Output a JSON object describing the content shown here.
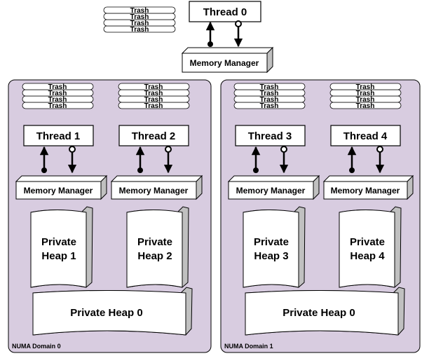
{
  "top": {
    "thread_label": "Thread 0",
    "memory_manager_label": "Memory Manager",
    "trash_labels": [
      "Trash",
      "Trash",
      "Trash",
      "Trash"
    ]
  },
  "domains": [
    {
      "label": "NUMA Domain 0",
      "shared_heap_label": "Private Heap 0",
      "units": [
        {
          "thread_label": "Thread 1",
          "memory_manager_label": "Memory Manager",
          "heap_line1": "Private",
          "heap_line2": "Heap 1",
          "trash_labels": [
            "Trash",
            "Trash",
            "Trash",
            "Trash"
          ]
        },
        {
          "thread_label": "Thread 2",
          "memory_manager_label": "Memory Manager",
          "heap_line1": "Private",
          "heap_line2": "Heap 2",
          "trash_labels": [
            "Trash",
            "Trash",
            "Trash",
            "Trash"
          ]
        }
      ]
    },
    {
      "label": "NUMA Domain 1",
      "shared_heap_label": "Private Heap 0",
      "units": [
        {
          "thread_label": "Thread 3",
          "memory_manager_label": "Memory Manager",
          "heap_line1": "Private",
          "heap_line2": "Heap 3",
          "trash_labels": [
            "Trash",
            "Trash",
            "Trash",
            "Trash"
          ]
        },
        {
          "thread_label": "Thread 4",
          "memory_manager_label": "Memory Manager",
          "heap_line1": "Private",
          "heap_line2": "Heap 4",
          "trash_labels": [
            "Trash",
            "Trash",
            "Trash",
            "Trash"
          ]
        }
      ]
    }
  ],
  "colors": {
    "domain_fill": "#d8cce0",
    "box_fill": "#ffffff",
    "block_side": "#c0c0c0",
    "stroke": "#000000"
  }
}
